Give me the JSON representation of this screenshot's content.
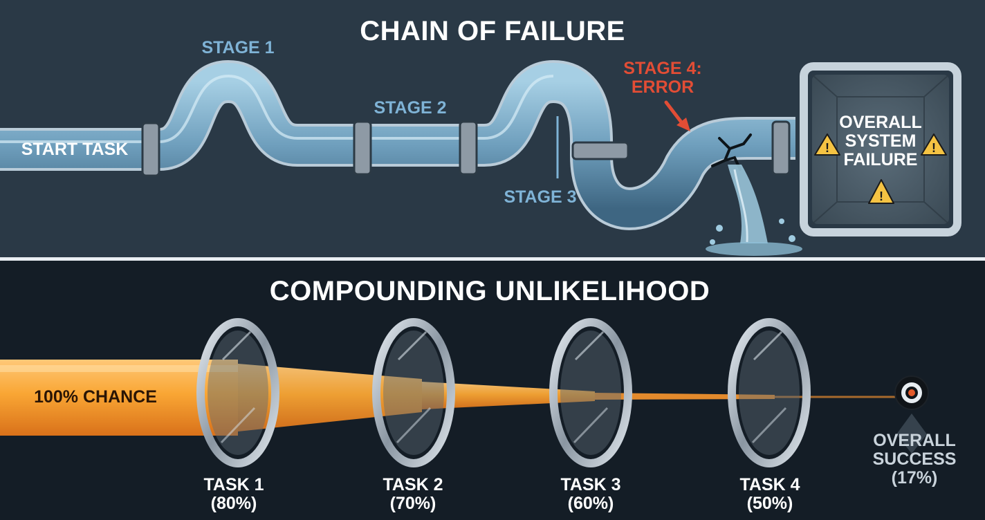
{
  "chain": {
    "title": "CHAIN OF FAILURE",
    "start_label": "START TASK",
    "stage1": "STAGE 1",
    "stage2": "STAGE 2",
    "stage3": "STAGE 3",
    "stage4": [
      "STAGE 4:",
      "ERROR"
    ],
    "failure": [
      "OVERALL",
      "SYSTEM",
      "FAILURE"
    ],
    "warning_icons": [
      "warning-icon",
      "warning-icon",
      "warning-icon"
    ]
  },
  "compound": {
    "title": "COMPOUNDING UNLIKELIHOOD",
    "beam_label": "100% CHANCE",
    "tasks": [
      {
        "name": "TASK 1",
        "pct": "(80%)",
        "value": 80
      },
      {
        "name": "TASK 2",
        "pct": "(70%)",
        "value": 70
      },
      {
        "name": "TASK 3",
        "pct": "(60%)",
        "value": 60
      },
      {
        "name": "TASK 4",
        "pct": "(50%)",
        "value": 50
      }
    ],
    "success": [
      "OVERALL",
      "SUCCESS",
      "(17%)"
    ],
    "target_icon": "target-icon"
  },
  "colors": {
    "top_bg": "#2a3946",
    "bottom_bg": "#141d26",
    "pipe": "#7fb0cc",
    "stage_label": "#7fb3d6",
    "error": "#e24d35",
    "warning": "#f5c343",
    "beam": "#f7a52b"
  }
}
